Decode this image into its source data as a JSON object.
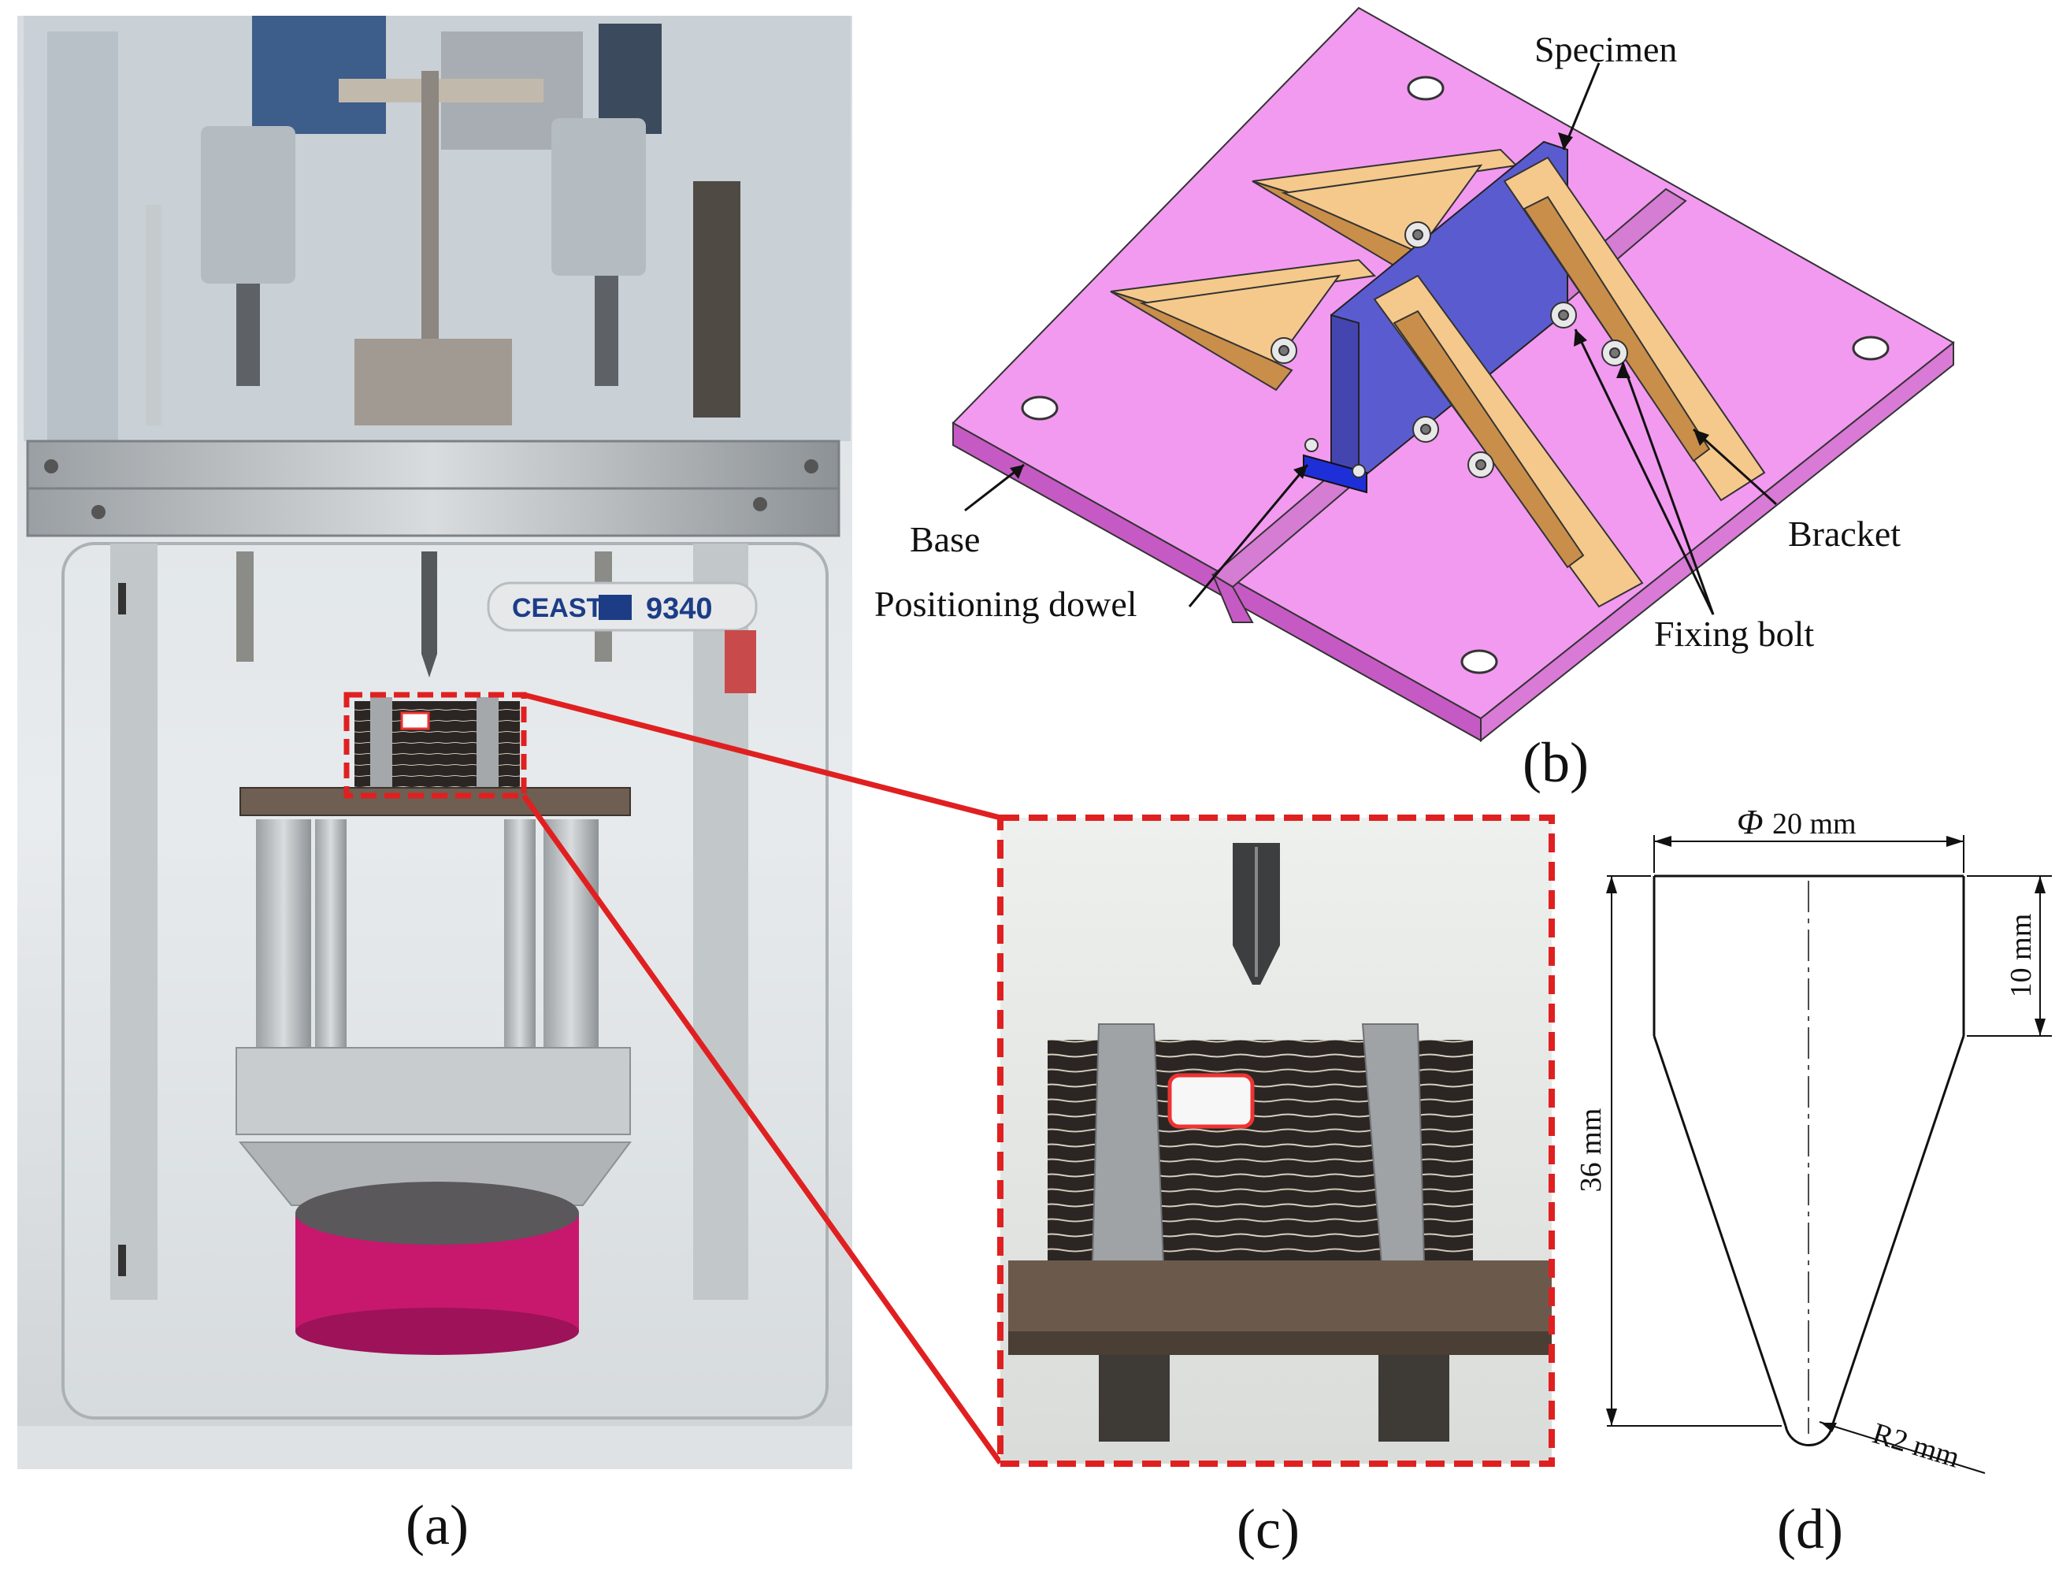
{
  "panels": {
    "a": "(a)",
    "b": "(b)",
    "c": "(c)",
    "d": "(d)"
  },
  "machine": {
    "brand": "CEAST",
    "model": "9340"
  },
  "fixture_labels": {
    "specimen": "Specimen",
    "base": "Base",
    "positioning_dowel": "Positioning dowel",
    "bracket": "Bracket",
    "fixing_bolt": "Fixing bolt"
  },
  "impactor_dims": {
    "diameter_symbol": "Φ",
    "diameter": "20 mm",
    "top_height": "10 mm",
    "total_height": "36 mm",
    "tip_radius": "R2 mm"
  },
  "colors": {
    "base": "#f29af0",
    "base_side": "#c65ac4",
    "specimen": "#5b5bd0",
    "bracket": "#f5c98c",
    "bracket_dark": "#c98e4a",
    "zoom_frame": "#e02020",
    "impactor_pink": "#c8186e"
  }
}
